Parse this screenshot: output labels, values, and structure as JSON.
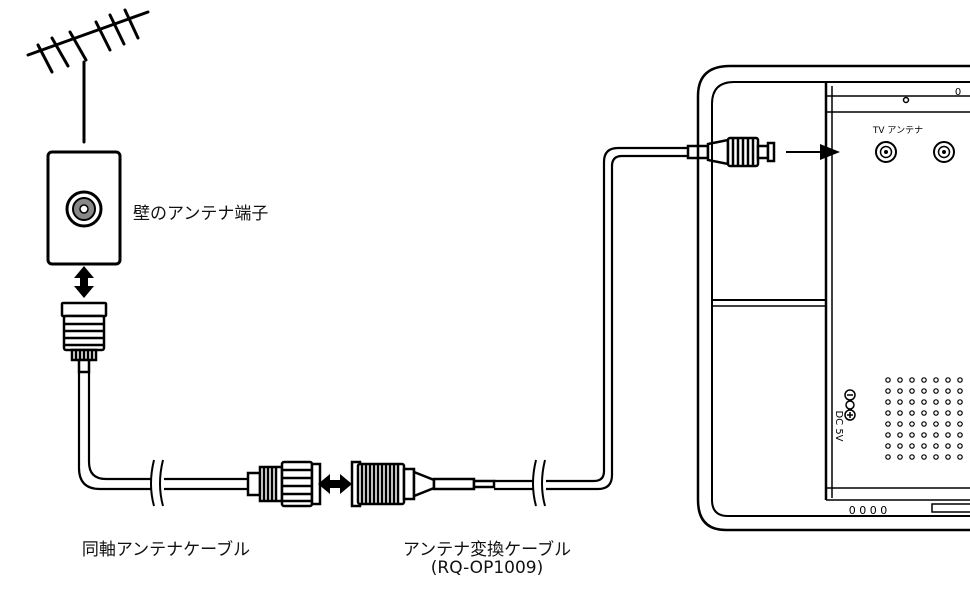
{
  "labels": {
    "wall_terminal": "壁のアンテナ端子",
    "coax_cable": "同軸アンテナケーブル",
    "conversion_cable": "アンテナ変換ケーブル",
    "conversion_model": "(RQ-OP1009)"
  },
  "device": {
    "tv_antenna_label": "TV アンテナ",
    "dc_label": "DC 5V",
    "top_mark": "0",
    "bottom_dots": "0 0 0 0"
  }
}
